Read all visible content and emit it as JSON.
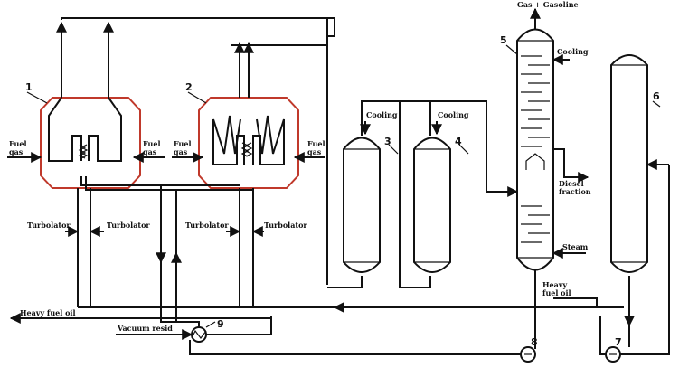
{
  "colors": {
    "line": "#111111",
    "furnace": "#c0392b",
    "background": "#ffffff"
  },
  "units": {
    "furnace_1": "1",
    "furnace_2": "2",
    "chamber_3": "3",
    "chamber_4": "4",
    "fractionator_5": "5",
    "column_6": "6",
    "pump_7": "7",
    "pump_8": "8",
    "heat_exchanger_9": "9"
  },
  "labels": {
    "gas_gasoline": "Gas + Gasoline",
    "cooling": "Cooling",
    "fuel": "Fuel",
    "gas": "gas",
    "turbolator": "Turbolator",
    "diesel": "Diesel",
    "fraction": "fraction",
    "steam": "Steam",
    "heavy": "Heavy",
    "fuel_oil": "fuel oil",
    "heavy_fuel_oil": "Heavy fuel oil",
    "vacuum_resid": "Vacuum resid"
  }
}
